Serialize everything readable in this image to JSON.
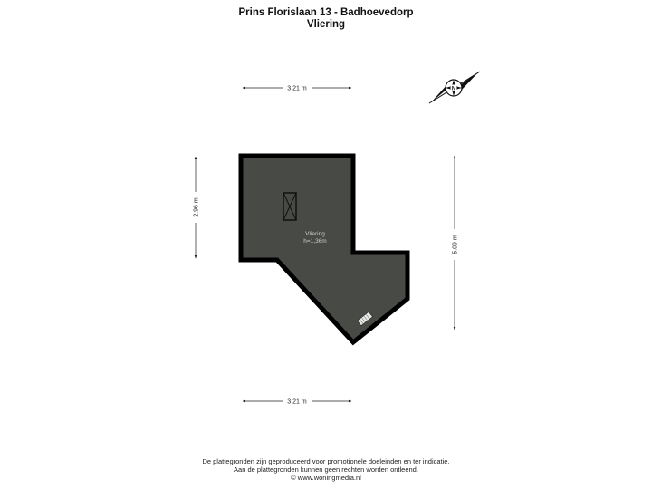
{
  "header": {
    "title": "Prins Florislaan 13 - Badhoevedorp",
    "subtitle": "Vliering"
  },
  "dimensions": {
    "top": "3.21 m",
    "bottom": "3.21 m",
    "left": "2.96 m",
    "right": "5.09 m"
  },
  "room": {
    "name": "Vliering",
    "height_note": "h=1,36m"
  },
  "compass": {
    "letter": "N"
  },
  "footer": {
    "line1": "De plattegronden zijn geproduceerd voor promotionele doeleinden en ter indicatie.",
    "line2": "Aan de plattegronden kunnen geen rechten worden ontleend.",
    "line3": "© www.woningmedia.nl"
  },
  "colors": {
    "floor": "#474a45",
    "wall": "#000000"
  }
}
